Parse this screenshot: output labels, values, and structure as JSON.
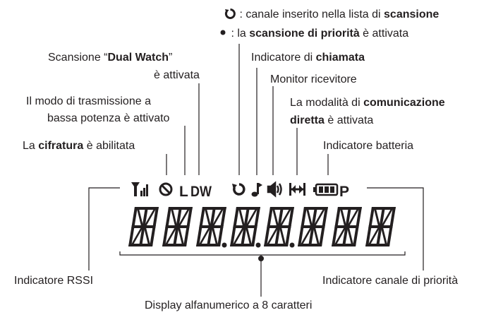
{
  "labels": {
    "scan_list": {
      "pre": ": canale inserito nella lista di ",
      "bold": "scansione",
      "post": ""
    },
    "priority_scan": {
      "pre": ": la ",
      "bold": "scansione di priorità",
      "post": " è attivata"
    },
    "dual_watch_1": {
      "pre": "Scansione “",
      "bold": "Dual Watch",
      "post": "”"
    },
    "dual_watch_2": "è attivata",
    "call_indicator": {
      "pre": "Indicatore di ",
      "bold": "chiamata",
      "post": ""
    },
    "monitor": "Monitor ricevitore",
    "low_power_1": "Il modo di trasmissione a",
    "low_power_2": "bassa potenza è attivato",
    "direct_1": {
      "pre": "La modalità di ",
      "bold": "comunicazione",
      "post": ""
    },
    "direct_2": {
      "pre": "",
      "bold": "diretta",
      "post": " è attivata"
    },
    "encryption": {
      "pre": "La ",
      "bold": "cifratura",
      "post": " è abilitata"
    },
    "battery": "Indicatore batteria",
    "rssi": "Indicatore RSSI",
    "priority_channel": "Indicatore canale di priorità",
    "display": "Display alfanumerico a 8 caratteri"
  },
  "lcd": {
    "icon_low_power": "L",
    "icon_dual_watch": "DW",
    "icon_priority": "P",
    "digits": "88888888"
  },
  "icons": {
    "scan_symbol": "scan-loop-icon",
    "priority_bullet": "bullet-icon"
  }
}
